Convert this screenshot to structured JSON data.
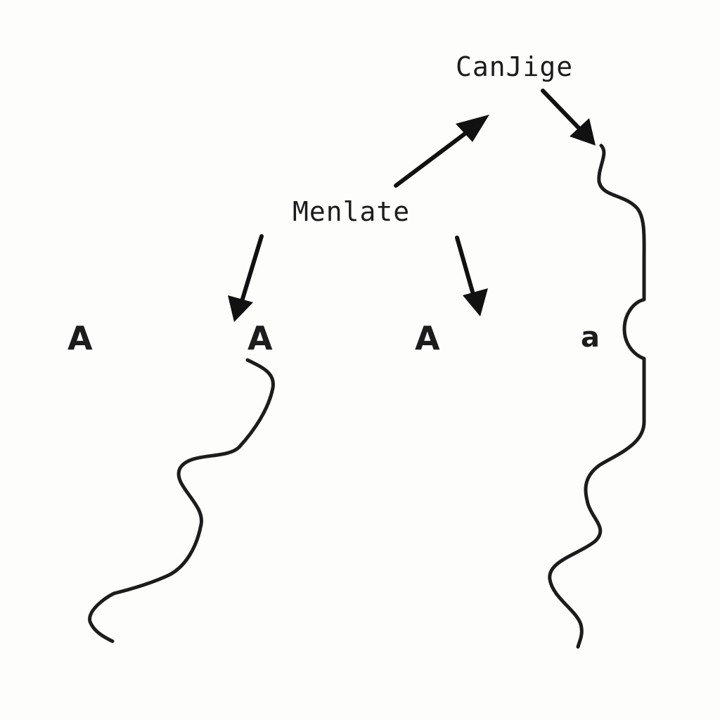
{
  "diagram": {
    "nodes": {
      "top": "CanJige",
      "middle": "Menlate",
      "letter_1": "A",
      "letter_2": "A",
      "letter_3": "A",
      "letter_4": "a"
    },
    "edges": [
      {
        "from": "middle",
        "to": "top"
      },
      {
        "from": "top",
        "to": "right-curve"
      },
      {
        "from": "middle",
        "to": "letter_2"
      },
      {
        "from": "middle",
        "to": "letter_3"
      }
    ],
    "colors": {
      "ink": "#1c1c1c",
      "background": "#fdfdfc"
    }
  }
}
